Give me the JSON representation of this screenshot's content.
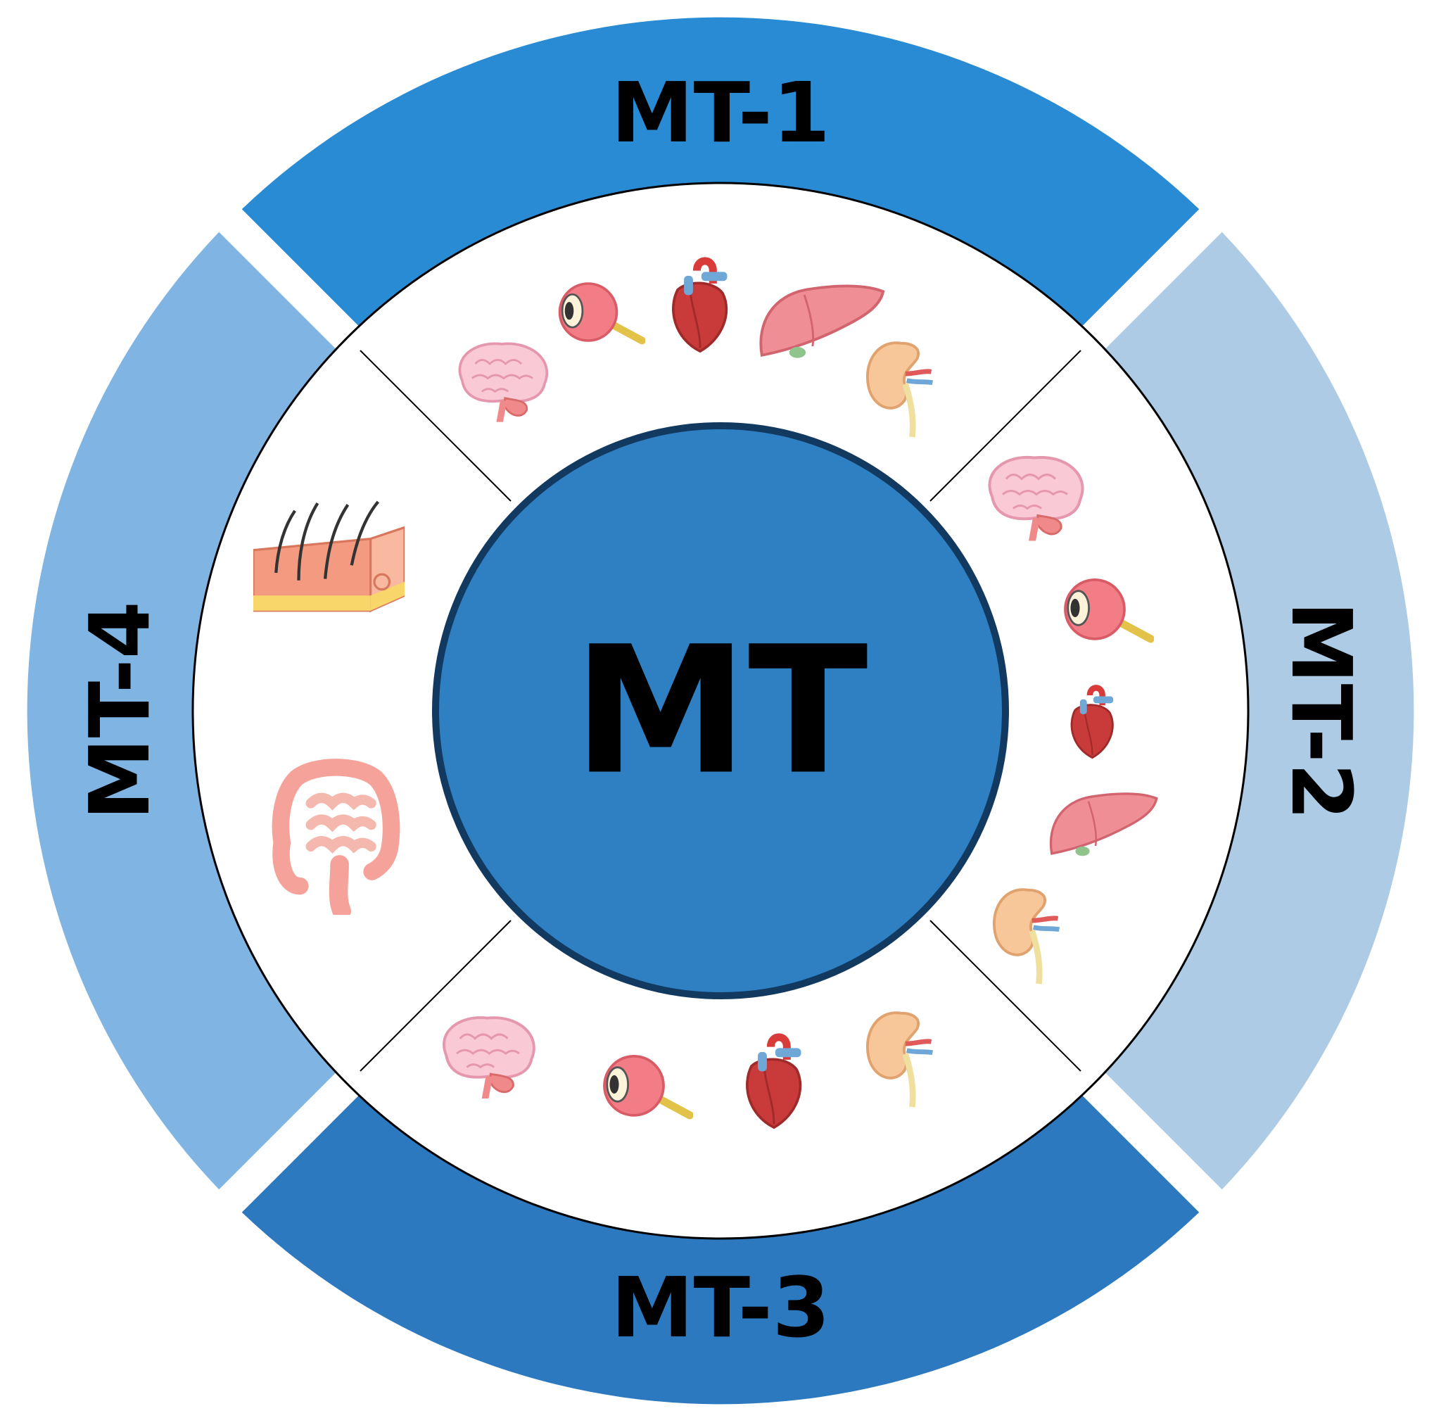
{
  "center": {
    "label": "MT",
    "color": "#2E80C2"
  },
  "segments": [
    {
      "id": "mt1",
      "label": "MT-1",
      "color": "#2A8BD5",
      "organs": [
        "brain-icon",
        "eye-icon",
        "heart-icon",
        "liver-icon",
        "kidney-icon"
      ]
    },
    {
      "id": "mt2",
      "label": "MT-2",
      "color": "#AECBE6",
      "organs": [
        "brain-icon",
        "eye-icon",
        "heart-icon",
        "liver-icon",
        "kidney-icon"
      ]
    },
    {
      "id": "mt3",
      "label": "MT-3",
      "color": "#2C79C0",
      "organs": [
        "brain-icon",
        "eye-icon",
        "heart-icon",
        "kidney-icon"
      ]
    },
    {
      "id": "mt4",
      "label": "MT-4",
      "color": "#7FB4E3",
      "organs": [
        "skin-icon",
        "intestine-icon"
      ]
    }
  ]
}
